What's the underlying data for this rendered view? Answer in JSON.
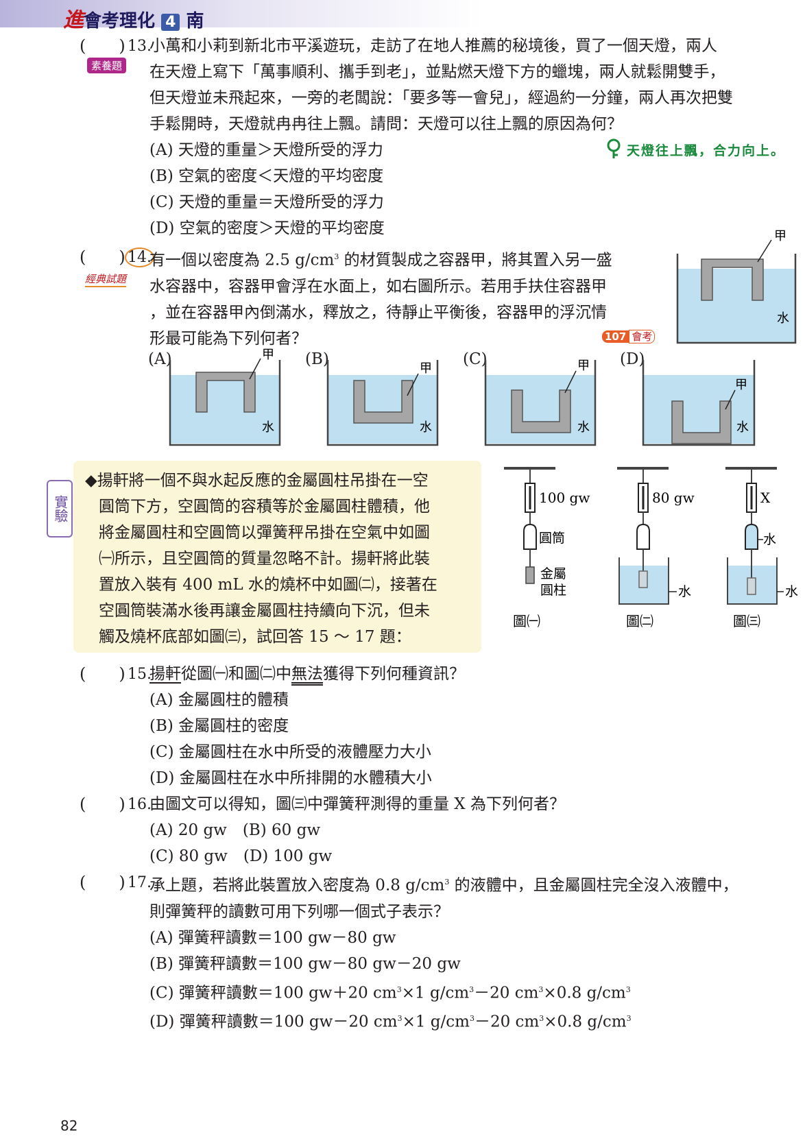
{
  "header": {
    "title_big": "進",
    "title_rest": "會考理化",
    "title_num": "4",
    "title_end": "南"
  },
  "badges": {
    "suyang": "素養題",
    "classic": "經典試題",
    "exam_year": "107",
    "exam_word": "會考",
    "experiment": "實驗"
  },
  "q13": {
    "paren_open": "(",
    "paren_close": ")",
    "num": "13.",
    "lines": [
      "小萬和小莉到新北市平溪遊玩，走訪了在地人推薦的秘境後，買了一個天燈，兩人",
      "在天燈上寫下「萬事順利、攜手到老」，並點燃天燈下方的蠟塊，兩人就鬆開雙手，",
      "但天燈並未飛起來，一旁的老闆說：「要多等一會兒」，經過約一分鐘，兩人再次把雙",
      "手鬆開時，天燈就冉冉往上飄。請問：天燈可以往上飄的原因為何？"
    ],
    "hint": "天燈往上飄，合力向上。",
    "options": [
      "(A) 天燈的重量＞天燈所受的浮力",
      "(B) 空氣的密度＜天燈的平均密度",
      "(C) 天燈的重量＝天燈所受的浮力",
      "(D) 空氣的密度＞天燈的平均密度"
    ]
  },
  "q14": {
    "num": "14.",
    "line1_a": "有一個以密度為 2.5 g/cm",
    "line1_sup": "3",
    "line1_b": " 的材質製成之容器甲，將其置入另一盛",
    "lines": [
      "水容器中，容器甲會浮在水面上，如右圖所示。若用手扶住容器甲",
      "，並在容器甲內倒滿水，釋放之，待靜止平衡後，容器甲的浮沉情",
      "形最可能為下列何者？"
    ],
    "fig_label_jia": "甲",
    "fig_label_water": "水",
    "option_labels": [
      "(A)",
      "(B)",
      "(C)",
      "(D)"
    ]
  },
  "experiment": {
    "lines": [
      "◆揚軒將一個不與水起反應的金屬圓柱吊掛在一空",
      "圓筒下方，空圓筒的容積等於金屬圓柱體積，他",
      "將金屬圓柱和空圓筒以彈簧秤吊掛在空氣中如圖",
      "㈠所示，且空圓筒的質量忽略不計。揚軒將此裝",
      "置放入裝有 400 mL 水的燒杯中如圖㈡，接著在",
      "空圓筒裝滿水後再讓金屬圓柱持續向下沉，但未",
      "觸及燒杯底部如圖㈢，試回答 15 ～ 17 題："
    ],
    "fig1": {
      "reading": "100 gw",
      "cylinder": "圓筒",
      "metal": "金屬",
      "metal2": "圓柱",
      "caption": "圖㈠"
    },
    "fig2": {
      "reading": "80 gw",
      "water": "水",
      "caption": "圖㈡"
    },
    "fig3": {
      "reading": "X",
      "water_in": "水",
      "water": "水",
      "caption": "圖㈢"
    }
  },
  "q15": {
    "num": "15.",
    "stem_a": "揚軒",
    "stem_b": "從圖㈠和圖㈡中",
    "stem_c": "無法",
    "stem_d": "獲得下列何種資訊？",
    "options": [
      "(A) 金屬圓柱的體積",
      "(B) 金屬圓柱的密度",
      "(C) 金屬圓柱在水中所受的液體壓力大小",
      "(D) 金屬圓柱在水中所排開的水體積大小"
    ]
  },
  "q16": {
    "num": "16.",
    "stem": "由圖文可以得知，圖㈢中彈簧秤測得的重量 X 為下列何者？",
    "options": [
      "(A) 20 gw",
      "(B) 60 gw",
      "(C) 80 gw",
      "(D) 100 gw"
    ]
  },
  "q17": {
    "num": "17.",
    "stem_a": "承上題，若將此裝置放入密度為 0.8 g/cm",
    "stem_sup": "3",
    "stem_b": " 的液體中，且金屬圓柱完全沒入液體中，",
    "line2": "則彈簧秤的讀數可用下列哪一個式子表示？",
    "optA": "(A) 彈簧秤讀數＝100 gw－80 gw",
    "optB": "(B) 彈簧秤讀數＝100 gw－80 gw－20 gw",
    "optC": [
      "(C) 彈簧秤讀數＝100 gw＋20 cm",
      "3",
      "×1 g/cm",
      "3",
      "－20 cm",
      "3",
      "×0.8 g/cm",
      "3"
    ],
    "optD": [
      "(D) 彈簧秤讀數＝100 gw－20 cm",
      "3",
      "×1 g/cm",
      "3",
      "－20 cm",
      "3",
      "×0.8 g/cm",
      "3"
    ]
  },
  "page_number": "82",
  "colors": {
    "water": "#bfe0f0",
    "container": "#a6a6a6",
    "hint": "#1a8a3c",
    "accent": "#c4161c"
  }
}
